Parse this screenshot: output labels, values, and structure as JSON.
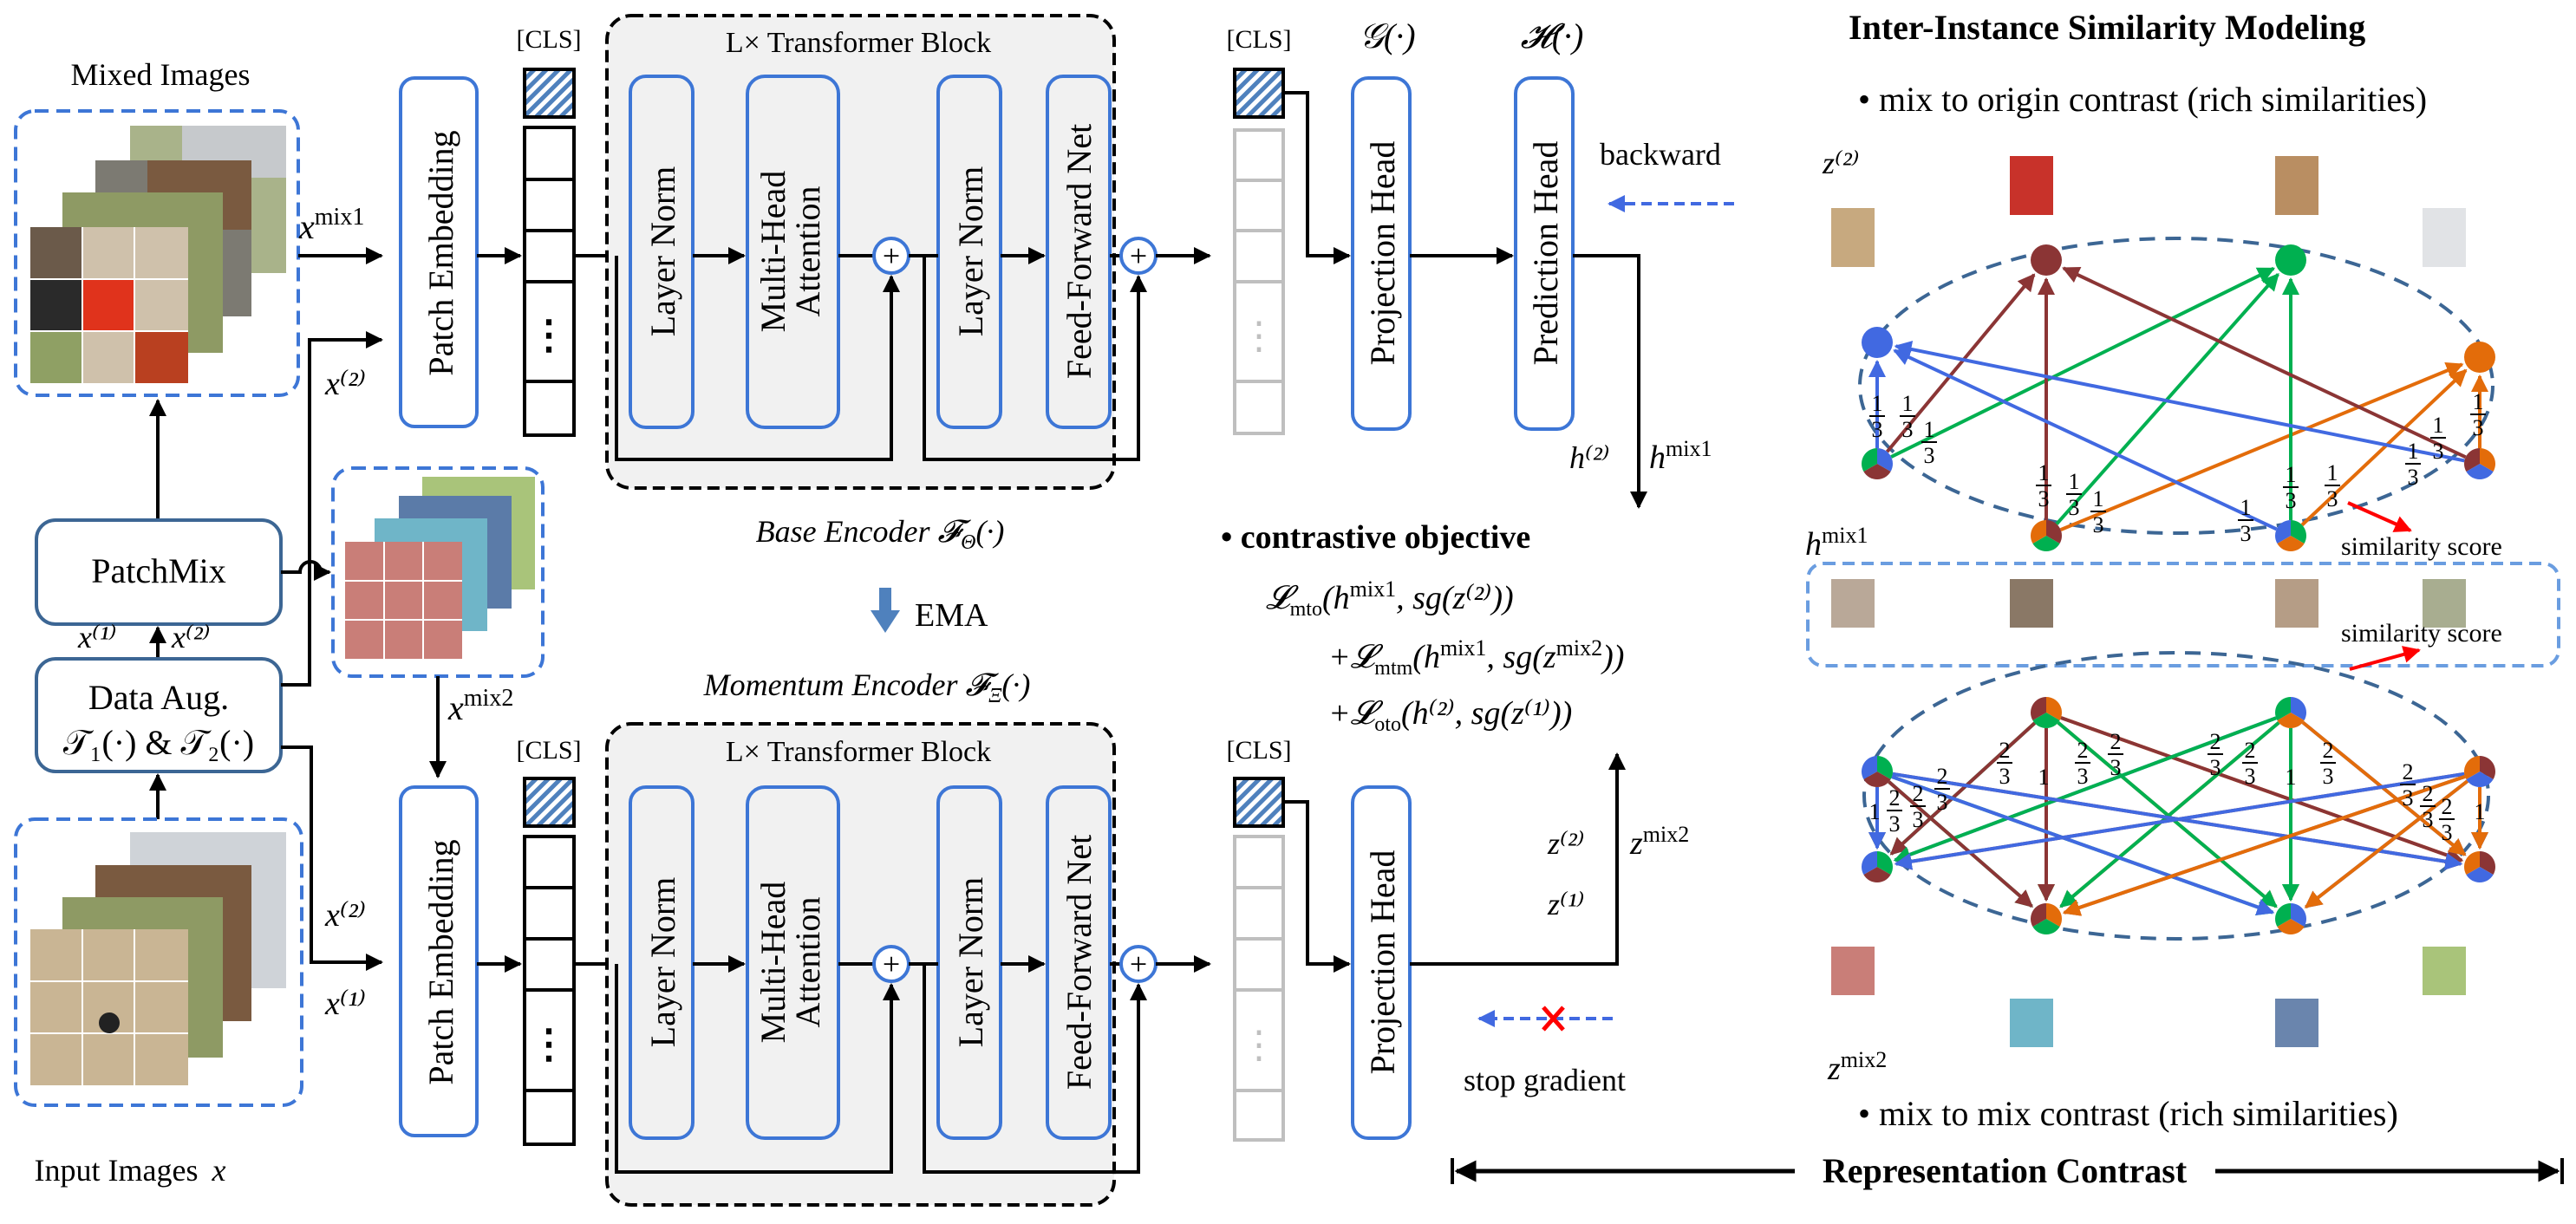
{
  "colors": {
    "accent_blue": "#3d76d6",
    "box_border_dark": "#3c6694",
    "node_blue": "#4169e1",
    "node_brown": "#8b3535",
    "node_green": "#00b050",
    "node_orange": "#e36c0a",
    "ellipse_dash": "#3c6694",
    "red_arrow": "#ff0000",
    "block_fill": "#f1f1f1",
    "ema_arrow": "#4f81bd"
  },
  "left": {
    "mixed_images_label": "Mixed Images",
    "input_images_label": "Input Images",
    "input_images_symbol": "x",
    "patchmix_label": "PatchMix",
    "data_aug_line1": "Data Aug.",
    "data_aug_line2": "𝒯₁(·) & 𝒯₂(·)",
    "x1_label": "x⁽¹⁾",
    "x2_label": "x⁽²⁾",
    "xmix1_label": "x",
    "xmix1_sup": "mix1",
    "xmix2_label": "x",
    "xmix2_sup": "mix2"
  },
  "base_encoder": {
    "patch_embedding": "Patch Embedding",
    "cls_label": "[CLS]",
    "block_title": "L× Transformer Block",
    "layer_norm_1": "Layer Norm",
    "mha_line1": "Multi-Head",
    "mha_line2": "Attention",
    "layer_norm_2": "Layer Norm",
    "ffn": "Feed-Forward Net",
    "plus": "+",
    "caption": "Base Encoder 𝓕",
    "caption_sub": "Θ",
    "caption_tail": "(·)",
    "input_top": "x",
    "input_top_sup": "mix1",
    "input_bottom": "x⁽²⁾",
    "dots": "⋮"
  },
  "heads": {
    "g_label": "𝒢(·)",
    "h_label": "𝓗(·)",
    "projection_head": "Projection Head",
    "prediction_head": "Prediction Head",
    "backward_label": "backward",
    "h2_label": "h⁽²⁾",
    "hmix1_label": "h",
    "hmix1_sup": "mix1"
  },
  "ema": {
    "label": "EMA"
  },
  "momentum_encoder": {
    "caption": "Momentum Encoder 𝓕",
    "caption_sub": "Ξ",
    "caption_tail": "(·)",
    "patch_embedding": "Patch Embedding",
    "cls_label": "[CLS]",
    "block_title": "L× Transformer Block",
    "layer_norm_1": "Layer Norm",
    "mha_line1": "Multi-Head",
    "mha_line2": "Attention",
    "layer_norm_2": "Layer Norm",
    "ffn": "Feed-Forward Net",
    "projection_head": "Projection Head",
    "input_top": "x⁽²⁾",
    "input_bottom": "x⁽¹⁾",
    "z2_label": "z⁽²⁾",
    "z1_label": "z⁽¹⁾",
    "zmix2_label": "z",
    "zmix2_sup": "mix2",
    "stop_gradient_label": "stop gradient"
  },
  "objective": {
    "title": "• contrastive objective",
    "line1": "𝓛mto(h^mix1, sg(z⁽²⁾))",
    "line1_parts": {
      "L": "𝓛",
      "sub": "mto",
      "body": "(h",
      "sup": "mix1",
      "tail": ", sg(z⁽²⁾))"
    },
    "line2_parts": {
      "prefix": "+𝓛",
      "sub": "mtm",
      "body": "(h",
      "sup": "mix1",
      "mid": ", sg(z",
      "sup2": "mix2",
      "tail": "))"
    },
    "line3_parts": {
      "prefix": "+𝓛",
      "sub": "oto",
      "body": "(h⁽²⁾, sg(z⁽¹⁾))"
    }
  },
  "similarity": {
    "title": "Inter-Instance Similarity Modeling",
    "mto_caption": "• mix to origin contrast (rich similarities)",
    "mtm_caption": "• mix to mix contrast (rich similarities)",
    "z2_label": "z⁽²⁾",
    "hmix1_label": "h",
    "hmix1_sup": "mix1",
    "zmix2_label": "z",
    "zmix2_sup": "mix2",
    "similarity_score_label": "similarity score",
    "mto_weight": "1/3",
    "mtm_weight_cross": "2/3",
    "mtm_weight_self": "1",
    "frac_one_third_num": "1",
    "frac_one_third_den": "3",
    "frac_two_third_num": "2",
    "frac_two_third_den": "3",
    "one": "1"
  },
  "bottom": {
    "representation_contrast": "Representation Contrast"
  }
}
